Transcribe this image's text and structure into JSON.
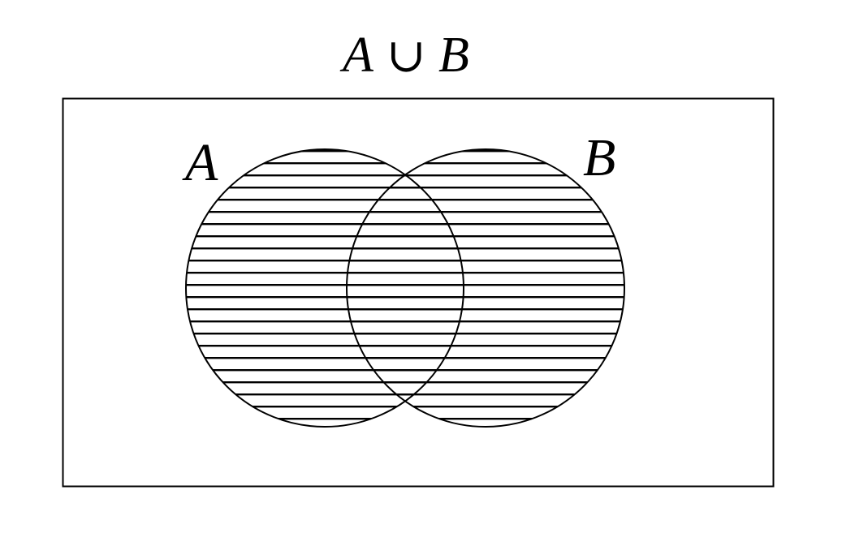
{
  "title": {
    "set_a": "A",
    "operator": "∪",
    "set_b": "B"
  },
  "sets": {
    "a_label": "A",
    "b_label": "B"
  },
  "colors": {
    "stroke": "#000000",
    "background": "#ffffff"
  }
}
